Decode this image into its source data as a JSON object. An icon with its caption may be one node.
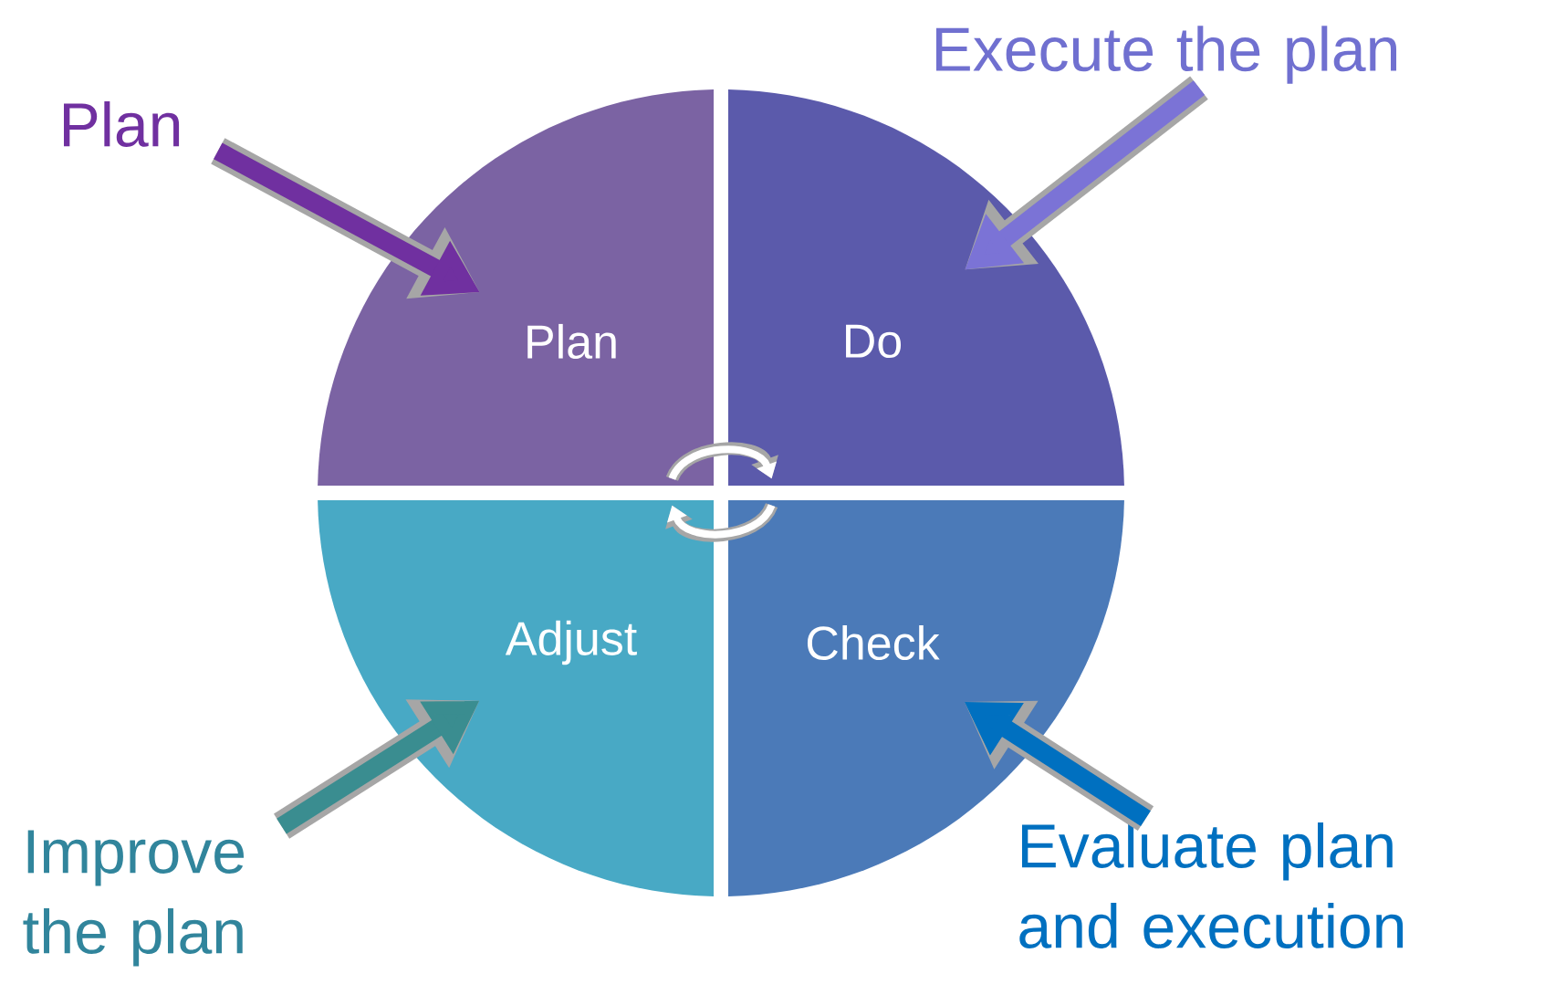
{
  "diagram": {
    "nodes": [
      {
        "text": [
          "Plan"
        ]
      },
      {
        "text": [
          "Execute the plan"
        ]
      },
      {
        "text": [
          "Plan"
        ]
      },
      {
        "text": [
          "Do"
        ]
      },
      {
        "text": [
          "Adjust"
        ]
      },
      {
        "text": [
          "Check"
        ]
      },
      {
        "text": [
          "Improve the plan"
        ]
      },
      {
        "text": [
          "Evaluate plan and execution"
        ]
      }
    ],
    "edges": [
      {
        "from": 0,
        "to": 2,
        "arrow": "to",
        "color": "#7030a0"
      },
      {
        "from": 1,
        "to": 3,
        "arrow": "to",
        "color": "#7b73d6"
      },
      {
        "from": 6,
        "to": 4,
        "arrow": "to",
        "color": "#3a8d90"
      },
      {
        "from": 7,
        "to": 5,
        "arrow": "to",
        "color": "#0070c0"
      },
      {
        "from": 2,
        "to": 3,
        "arrow": "to",
        "color": "#ffffff"
      },
      {
        "from": 5,
        "to": 4,
        "arrow": "to",
        "color": "#ffffff"
      }
    ]
  }
}
